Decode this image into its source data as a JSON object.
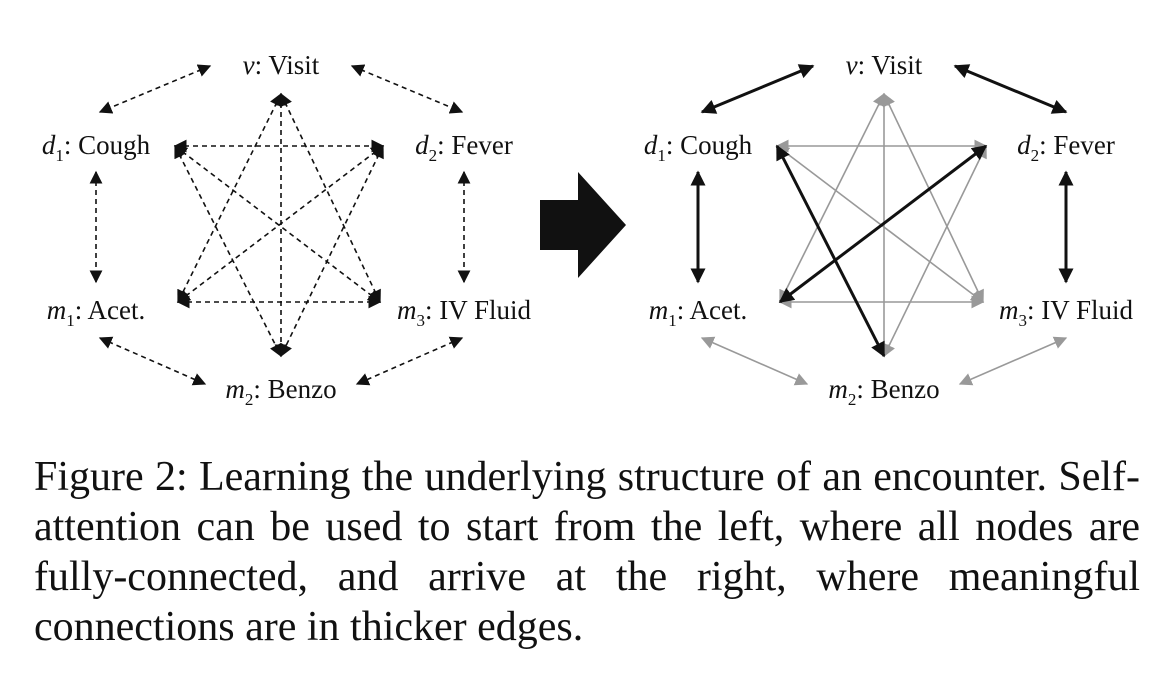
{
  "figure": {
    "nodes": [
      {
        "id": "v",
        "var": "v",
        "sub": "",
        "name": "Visit"
      },
      {
        "id": "d1",
        "var": "d",
        "sub": "1",
        "name": "Cough"
      },
      {
        "id": "d2",
        "var": "d",
        "sub": "2",
        "name": "Fever"
      },
      {
        "id": "m1",
        "var": "m",
        "sub": "1",
        "name": "Acet."
      },
      {
        "id": "m3",
        "var": "m",
        "sub": "3",
        "name": "IV Fluid"
      },
      {
        "id": "m2",
        "var": "m",
        "sub": "2",
        "name": "Benzo"
      }
    ],
    "left_panel": {
      "edge_style": "dashed"
    },
    "right_panel": {
      "thick_edges": [
        [
          "v",
          "d1"
        ],
        [
          "v",
          "d2"
        ],
        [
          "d1",
          "m1"
        ],
        [
          "d2",
          "m3"
        ],
        [
          "d1",
          "m2"
        ],
        [
          "d2",
          "m1"
        ]
      ],
      "thin_color": "#999999",
      "thick_color": "#111111"
    }
  },
  "caption": {
    "text": "Figure 2: Learning the underlying structure of an encounter. Self-attention can be used to start from the left, where all nodes are fully-connected, and arrive at the right, where meaningful connections are in thicker edges."
  }
}
